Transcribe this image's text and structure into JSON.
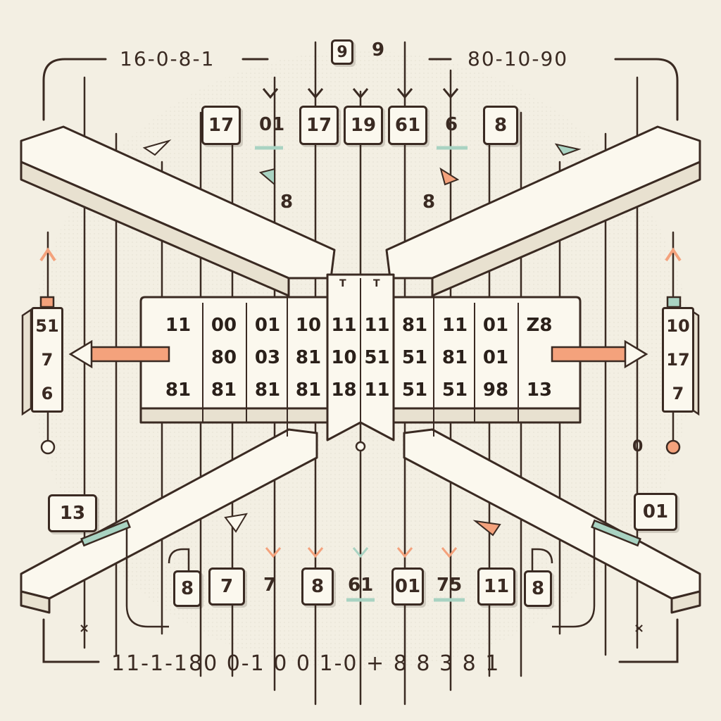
{
  "colors": {
    "background": "#f3efe3",
    "ink": "#3a2a22",
    "paper": "#fbf8ee",
    "accent_orange": "#f4a27c",
    "accent_green": "#a9d3c2"
  },
  "top_left_sequence": "16-0-8-1",
  "top_right_sequence": "80-10-90",
  "top_marks": [
    "9",
    "9"
  ],
  "top_boxes": [
    "17",
    "01",
    "17",
    "19",
    "61",
    "6",
    "8"
  ],
  "float_marks": [
    "8",
    "8"
  ],
  "grid_rows": [
    [
      "11",
      "00",
      "01",
      "10",
      "11",
      "11",
      "81",
      "11",
      "01",
      "Z8"
    ],
    [
      "",
      "80",
      "03",
      "81",
      "10",
      "51",
      "51",
      "81",
      "01",
      ""
    ],
    [
      "81",
      "81",
      "81",
      "81",
      "18",
      "11",
      "51",
      "51",
      "98",
      "13"
    ]
  ],
  "top_tabs": [
    "T",
    "T"
  ],
  "left_panel": [
    "51",
    "7",
    "6"
  ],
  "right_panel": [
    "10",
    "17",
    "7"
  ],
  "bottom_left_box": "13",
  "bottom_right_box": "01",
  "bottom_boxes": [
    "8",
    "7",
    "7",
    "8",
    "61",
    "01",
    "75",
    "11",
    "8"
  ],
  "bottom_sequence": "11-1-180  0-1  0  0  1-0  + 8 8 3 8 1",
  "corner_marks": [
    "×",
    "×",
    "0"
  ]
}
